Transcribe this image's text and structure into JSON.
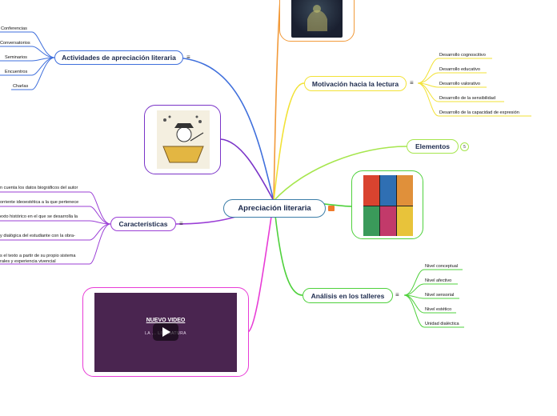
{
  "central": {
    "label": "Apreciación literaria",
    "icon": "audio-icon"
  },
  "branches": {
    "actividades": {
      "label": "Actividades de apreciación literaria",
      "color": "#3f6fdc",
      "items": [
        "Conferencias",
        "Conversatorios",
        "Seminarios",
        "Encuentros",
        "Charlas"
      ]
    },
    "motivacion": {
      "label": "Motivación hacia la lectura",
      "color": "#f2e236",
      "items": [
        "Desarrollo cognoscitivo",
        "Desarrollo educativo",
        "Desarrollo valorativo",
        "Desarrollo de la sensibilidad",
        "Desarrollo de la capacidad de expresión"
      ]
    },
    "elementos": {
      "label": "Elementos",
      "color": "#a6e64d",
      "count": "5"
    },
    "caracteristicas": {
      "label": "Características",
      "color": "#9b3fd6",
      "items": [
        "n cuenta los datos biográficos del autor",
        "orriente ideoestética a la que pertenece",
        "exto histórico en el que se desarrolla la",
        "y dialógica del estudiante con la obra-",
        "s el texto a partir de su propio sistema\nrales y experiencia vivencial"
      ]
    },
    "analisis": {
      "label": "Análisis en los talleres",
      "color": "#4fd13c",
      "items": [
        "Nivel conceptual",
        "Nivel afectivo",
        "Nivel sensorial",
        "Nivel estético",
        "Unidad dialéctica"
      ]
    }
  },
  "video": {
    "title": "NUEVO VIDEO",
    "subtitle": "LA ... LITERATURA"
  },
  "colors": {
    "orange": "#f29a3a",
    "pink": "#e83cd6",
    "purple": "#7a34c8",
    "video_bg": "#4a2550"
  }
}
